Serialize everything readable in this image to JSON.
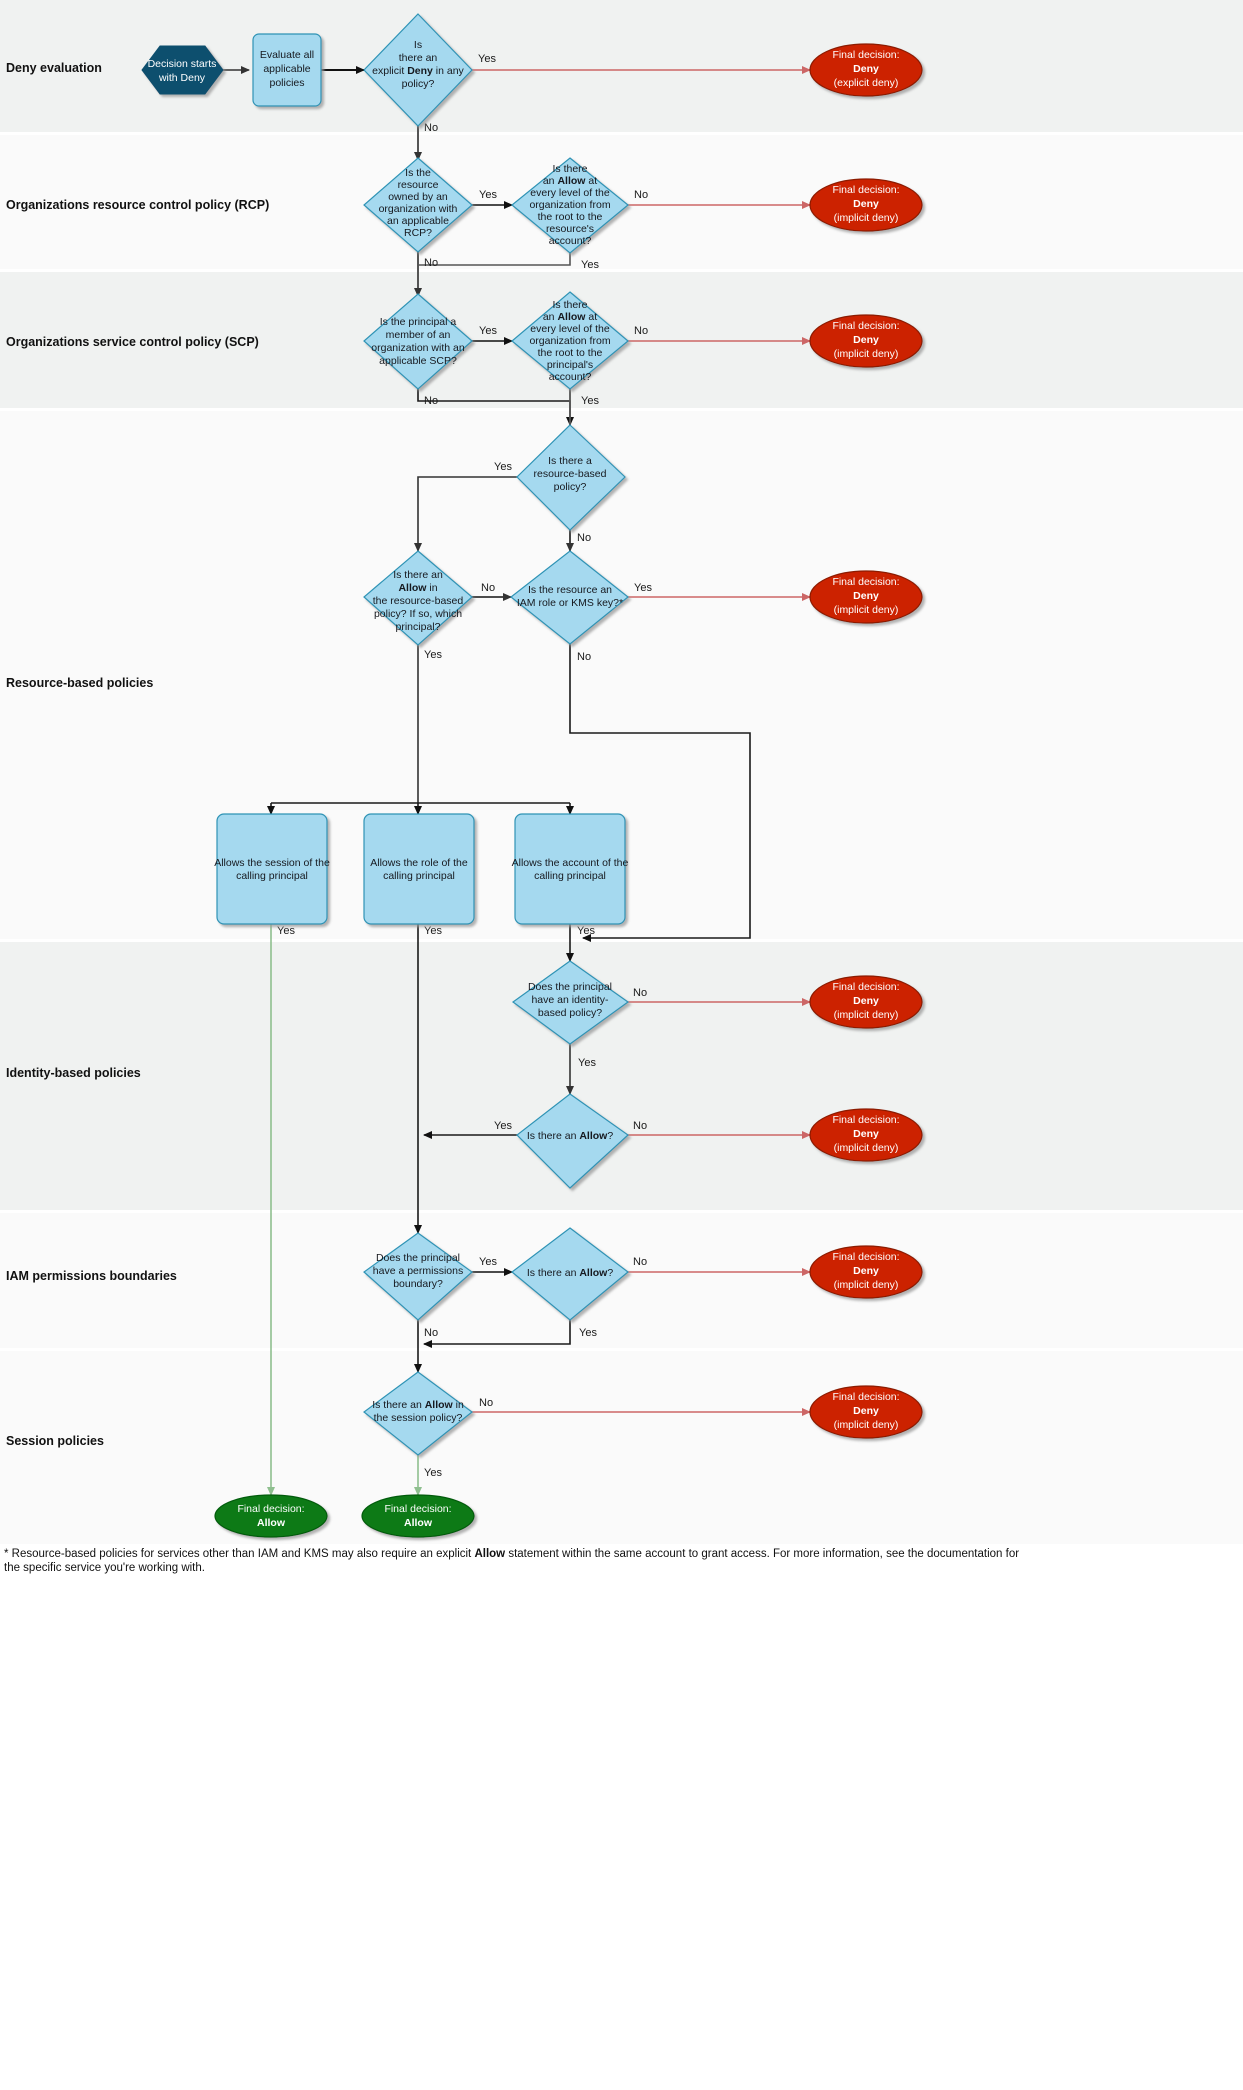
{
  "diagram": {
    "title": "AWS IAM policy evaluation logic flowchart",
    "colors": {
      "band_dark": "#f0f2f1",
      "band_light": "#fafafa",
      "decision_fill": "#a5d9ef",
      "decision_stroke": "#2e93b5",
      "process_fill": "#a5d9ef",
      "start_fill": "#0d4f6e",
      "deny_fill": "#cc2200",
      "deny_stroke": "#8c1a00",
      "allow_fill": "#0a7a12",
      "allow_stroke": "#065c0d",
      "edge_dark": "#4d4d4d",
      "edge_black": "#1a1a1a",
      "edge_red": "#cc6666",
      "edge_green": "#8fbf8f"
    },
    "bands": [
      {
        "id": "deny-evaluation",
        "label": "Deny evaluation",
        "shade": "dark"
      },
      {
        "id": "rcp",
        "label": "Organizations resource control policy (RCP)",
        "shade": "light"
      },
      {
        "id": "scp",
        "label": "Organizations service control policy (SCP)",
        "shade": "dark"
      },
      {
        "id": "resource-based",
        "label": "Resource-based policies",
        "shade": "light"
      },
      {
        "id": "identity-based",
        "label": "Identity-based policies",
        "shade": "dark"
      },
      {
        "id": "permissions-boundaries",
        "label": "IAM permissions boundaries",
        "shade": "light"
      },
      {
        "id": "session-policies",
        "label": "Session policies",
        "shade": "light"
      }
    ],
    "nodes": {
      "start": {
        "type": "start",
        "lines": [
          "Decision starts",
          "with Deny"
        ],
        "bold_words": [
          "Deny"
        ]
      },
      "evaluate": {
        "type": "process",
        "lines": [
          "Evaluate all",
          "applicable",
          "policies"
        ]
      },
      "explicit_deny": {
        "type": "decision",
        "lines": [
          "Is",
          "there an",
          "explicit Deny in any",
          "policy?"
        ]
      },
      "rcp_owned": {
        "type": "decision",
        "lines": [
          "Is the",
          "resource",
          "owned by an",
          "organization with",
          "an applicable",
          "RCP?"
        ]
      },
      "rcp_allow": {
        "type": "decision",
        "lines": [
          "Is there",
          "an Allow at",
          "every level of the",
          "organization from",
          "the root to the",
          "resource's",
          "account?"
        ]
      },
      "scp_member": {
        "type": "decision",
        "lines": [
          "Is the principal a",
          "member of an",
          "organization with an",
          "applicable SCP?"
        ]
      },
      "scp_allow": {
        "type": "decision",
        "lines": [
          "Is there",
          "an Allow at",
          "every level of the",
          "organization from",
          "the root to the",
          "principal's",
          "account?"
        ]
      },
      "rbp_exists": {
        "type": "decision",
        "lines": [
          "Is there a",
          "resource-based",
          "policy?"
        ]
      },
      "rbp_allow": {
        "type": "decision",
        "lines": [
          "Is there an",
          "Allow in",
          "the resource-based",
          "policy? If so, which",
          "principal?"
        ]
      },
      "rbp_role_kms": {
        "type": "decision",
        "lines": [
          "Is the resource an",
          "IAM role or KMS key?*"
        ]
      },
      "allow_session": {
        "type": "process",
        "lines": [
          "Allows the session of the",
          "calling principal"
        ]
      },
      "allow_role": {
        "type": "process",
        "lines": [
          "Allows the role of the",
          "calling principal"
        ]
      },
      "allow_account": {
        "type": "process",
        "lines": [
          "Allows the account of the",
          "calling principal"
        ]
      },
      "ibp_exists": {
        "type": "decision",
        "lines": [
          "Does the principal",
          "have an identity-",
          "based policy?"
        ]
      },
      "ibp_allow": {
        "type": "decision",
        "lines": [
          "Is there an Allow?"
        ]
      },
      "pb_exists": {
        "type": "decision",
        "lines": [
          "Does the principal",
          "have a permissions",
          "boundary?"
        ]
      },
      "pb_allow": {
        "type": "decision",
        "lines": [
          "Is there an Allow?"
        ]
      },
      "session_allow": {
        "type": "decision",
        "lines": [
          "Is there an Allow in",
          "the session policy?"
        ]
      },
      "deny_explicit": {
        "type": "terminal-deny",
        "lines": [
          "Final decision:",
          "Deny",
          "(explicit deny)"
        ]
      },
      "deny_rcp": {
        "type": "terminal-deny",
        "lines": [
          "Final decision:",
          "Deny",
          "(implicit deny)"
        ]
      },
      "deny_scp": {
        "type": "terminal-deny",
        "lines": [
          "Final decision:",
          "Deny",
          "(implicit deny)"
        ]
      },
      "deny_rbp": {
        "type": "terminal-deny",
        "lines": [
          "Final decision:",
          "Deny",
          "(implicit deny)"
        ]
      },
      "deny_ibp1": {
        "type": "terminal-deny",
        "lines": [
          "Final decision:",
          "Deny",
          "(implicit deny)"
        ]
      },
      "deny_ibp2": {
        "type": "terminal-deny",
        "lines": [
          "Final decision:",
          "Deny",
          "(implicit deny)"
        ]
      },
      "deny_pb": {
        "type": "terminal-deny",
        "lines": [
          "Final decision:",
          "Deny",
          "(implicit deny)"
        ]
      },
      "deny_session": {
        "type": "terminal-deny",
        "lines": [
          "Final decision:",
          "Deny",
          "(implicit deny)"
        ]
      },
      "allow_final_left": {
        "type": "terminal-allow",
        "lines": [
          "Final decision:",
          "Allow"
        ]
      },
      "allow_final_mid": {
        "type": "terminal-allow",
        "lines": [
          "Final decision:",
          "Allow"
        ]
      }
    },
    "edge_labels": {
      "yes": "Yes",
      "no": "No"
    },
    "footnote": {
      "line1_a": "* Resource-based policies for services other than IAM and KMS may also require an explicit ",
      "line1_bold": "Allow",
      "line1_b": " statement within the same account to grant access. For more information, see the documentation for",
      "line2": "the specific service you're working with."
    }
  }
}
